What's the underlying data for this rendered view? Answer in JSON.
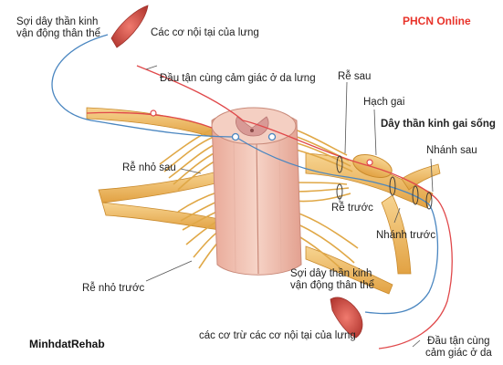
{
  "brand": "PHCN Online",
  "watermark": "MinhdatRehab",
  "colors": {
    "nerve": "#eeb65a",
    "nerve_dark": "#c98a2c",
    "cord": "#efc0b0",
    "gray_matter": "#d89a96",
    "sensory": "#e0484a",
    "motor": "#4a86c0",
    "muscle": "#d9534a",
    "brand": "#e8332a"
  },
  "labels": {
    "motor_fiber_top": [
      "Sợi dây thần kinh",
      "vận động thân thể"
    ],
    "intrinsic_back_muscles": "Các cơ nội tại của lưng",
    "sensory_endings_back": "Đầu tận cùng cảm giác ở da lưng",
    "dorsal_root": "Rễ sau",
    "dorsal_root_ganglion": "Hạch gai",
    "spinal_nerve": "Dây thần kinh gai sống",
    "dorsal_ramus": "Nhánh sau",
    "dorsal_rootlets": "Rễ nhỏ sau",
    "ventral_root": "Rễ trước",
    "ventral_ramus": "Nhánh trước",
    "ventral_rootlets": "Rễ nhỏ trước",
    "motor_fiber_bottom": [
      "Sợi dây thần kinh",
      "vận động thân thể"
    ],
    "non_intrinsic_muscles": "các cơ trừ các cơ nội tại của lưng",
    "sensory_endings_skin": [
      "Đầu tận cùng",
      "cảm giác ở da"
    ]
  }
}
